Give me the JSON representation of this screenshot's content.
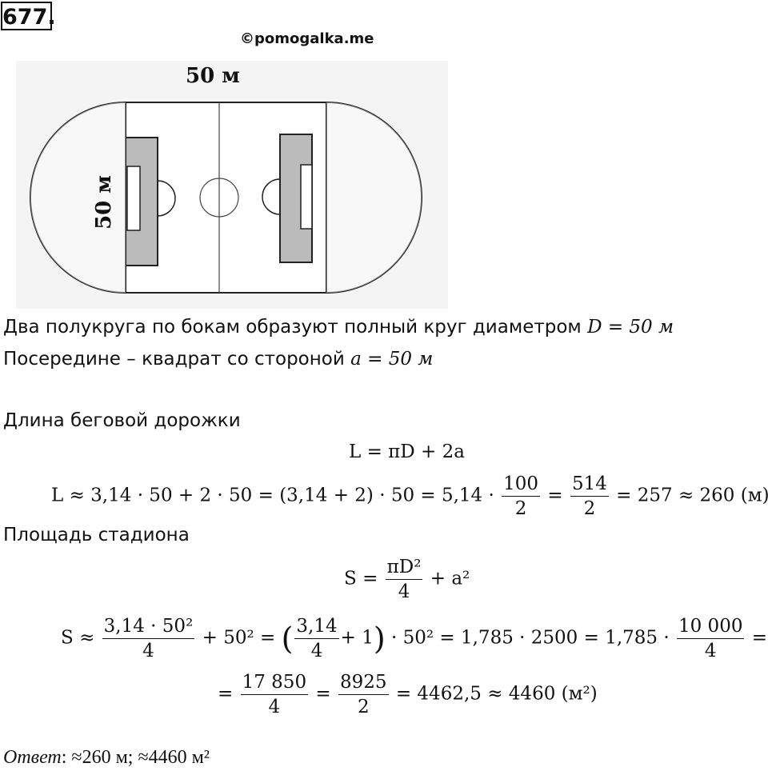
{
  "problem_number": "677.",
  "watermark": "©pomogalka.me",
  "figure": {
    "label_top": "50 м",
    "label_side": "50 м"
  },
  "text": {
    "line1": "Два полукруга по бокам образуют полный круг диаметром ",
    "line1_math": "D = 50 м",
    "line2": "Посередине – квадрат со стороной ",
    "line2_math": "a = 50 м",
    "length_heading": "Длина беговой дорожки",
    "area_heading": "Площадь стадиона"
  },
  "formulas": {
    "L_def": "L = πD + 2a",
    "L_calc_part1": "L ≈ 3,14 · 50 + 2 · 50 = (3,14 + 2) · 50 = 5,14 ·",
    "L_frac1_num": "100",
    "L_frac1_den": "2",
    "L_frac2_num": "514",
    "L_frac2_den": "2",
    "L_calc_part2": "= 257 ≈ 260 (м)",
    "S_def_left": "S =",
    "S_def_num": "πD²",
    "S_def_den": "4",
    "S_def_right": "+ a²",
    "S_calc_left": "S ≈",
    "S_frac1_num": "3,14 · 50²",
    "S_frac1_den": "4",
    "S_calc_mid": "+ 50² =",
    "S_paren_num": "3,14",
    "S_paren_den": "4",
    "S_paren_tail": "+ 1",
    "S_calc_mid2": "· 50² = 1,785 · 2500 = 1,785 ·",
    "S_frac2_num": "10 000",
    "S_frac2_den": "4",
    "S_calc_end": "=",
    "S_line3_start": "=",
    "S_frac3_num": "17 850",
    "S_frac3_den": "4",
    "S_frac4_num": "8925",
    "S_frac4_den": "2",
    "S_line3_end": "= 4462,5 ≈ 4460 (м²)"
  },
  "answer": {
    "label": "Ответ",
    "value": ": ≈260 м;  ≈4460 м²"
  }
}
